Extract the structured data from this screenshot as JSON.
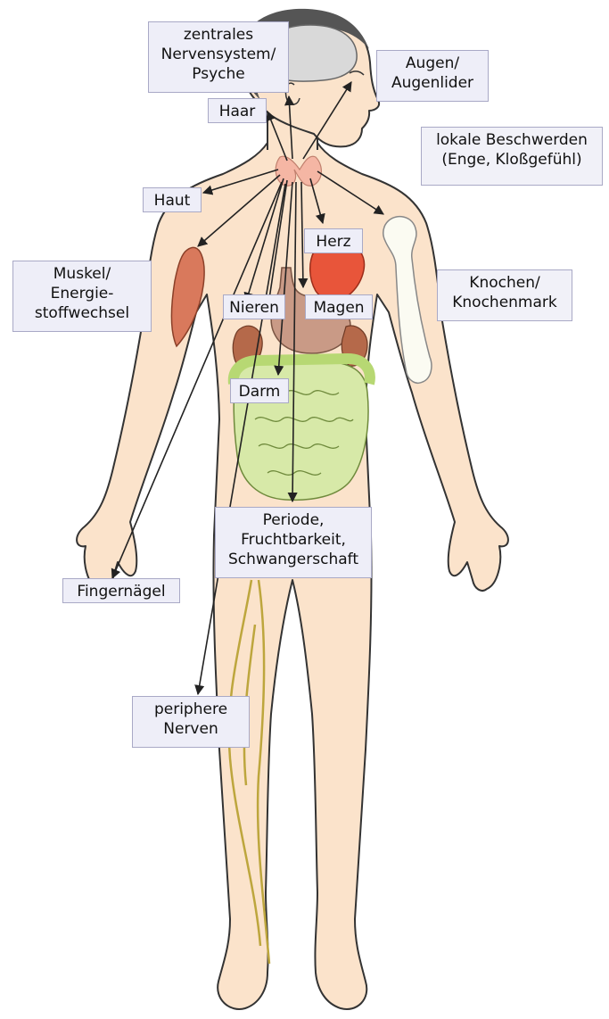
{
  "labels": {
    "zns": "zentrales\nNervensystem/\nPsyche",
    "augen": "Augen/\nAugenlider",
    "haar": "Haar",
    "lokal": "lokale Beschwerden\n(Enge, Kloßgefühl)",
    "haut": "Haut",
    "herz": "Herz",
    "muskel": "Muskel/\nEnergie-\nstoffwechsel",
    "nieren": "Nieren",
    "magen": "Magen",
    "knochen": "Knochen/\nKnochenmark",
    "darm": "Darm",
    "periode": "Periode,\nFruchtbarkeit,\nSchwangerschaft",
    "finger": "Fingernägel",
    "nerven": "periphere\nNerven"
  },
  "colors": {
    "skin": "#fbe3cb",
    "outline": "#333333",
    "brain": "#d9d9d9",
    "hair": "#555555",
    "thyroid": "#f5b6a4",
    "heart": "#e8553a",
    "muscle": "#d9795c",
    "stomach": "#c99a86",
    "kidney": "#b5694a",
    "intestine": "#d7e9a8",
    "colon": "#b7d873",
    "bone": "#fbfbf2",
    "nerve": "#bda63d",
    "label_bg": "#eeeef8",
    "label_border": "#a9a9c6"
  }
}
